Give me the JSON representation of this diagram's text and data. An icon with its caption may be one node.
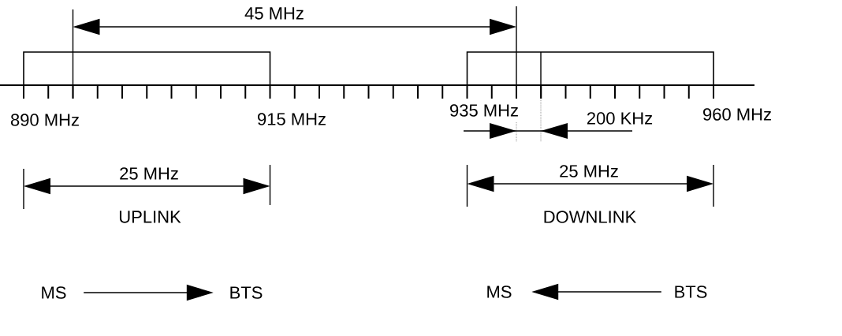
{
  "diagram": {
    "nodes": [
      {
        "text": [
          "MS"
        ]
      },
      {
        "text": [
          "BTS"
        ]
      },
      {
        "text": [
          "MS"
        ]
      },
      {
        "text": [
          "BTS"
        ]
      }
    ],
    "edges": [
      {
        "from": 0,
        "to": 1,
        "arrow": "to"
      },
      {
        "from": 3,
        "to": 2,
        "arrow": "to"
      }
    ],
    "labels": [
      "45 MHz",
      "890 MHz",
      "915 MHz",
      "935 MHz",
      "200 KHz",
      "960 MHz",
      "25 MHz",
      "25 MHz",
      "UPLINK",
      "DOWNLINK"
    ]
  }
}
